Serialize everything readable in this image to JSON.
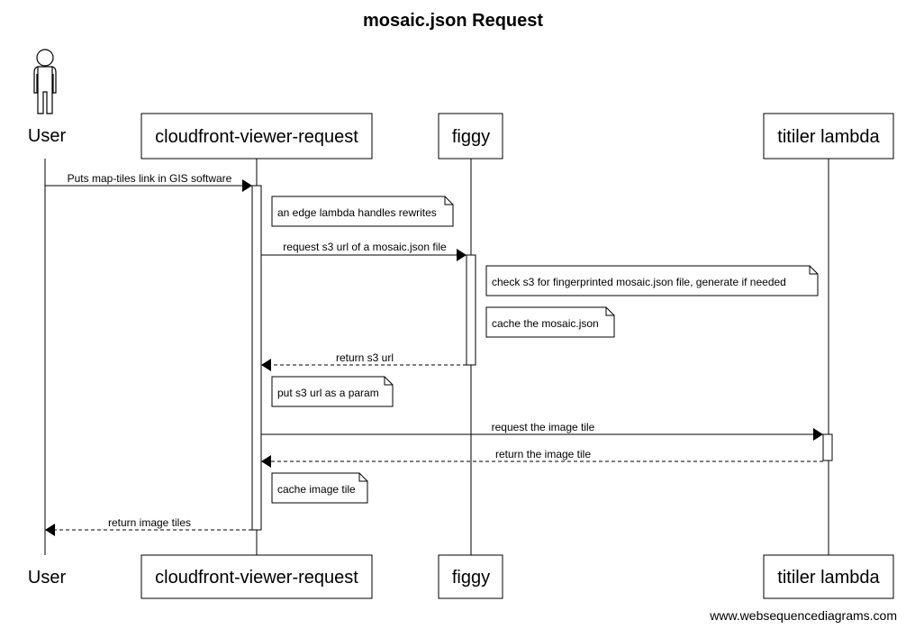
{
  "diagram": {
    "title": "mosaic.json  Request",
    "footer": "www.websequencediagrams.com",
    "participants": [
      {
        "id": "user",
        "label": "User",
        "kind": "actor"
      },
      {
        "id": "cf",
        "label": "cloudfront-viewer-request",
        "kind": "box"
      },
      {
        "id": "figgy",
        "label": "figgy",
        "kind": "box"
      },
      {
        "id": "titiler",
        "label": "titiler lambda",
        "kind": "box"
      }
    ],
    "messages": [
      {
        "label": "Puts map-tiles link in GIS software",
        "from": "user",
        "to": "cf",
        "style": "solid"
      },
      {
        "label": "request s3 url of a mosaic.json file",
        "from": "cf",
        "to": "figgy",
        "style": "solid"
      },
      {
        "label": "return s3 url",
        "from": "figgy",
        "to": "cf",
        "style": "dashed"
      },
      {
        "label": "request the image tile",
        "from": "cf",
        "to": "titiler",
        "style": "solid"
      },
      {
        "label": "return the image tile",
        "from": "titiler",
        "to": "cf",
        "style": "dashed"
      },
      {
        "label": "return image tiles",
        "from": "cf",
        "to": "user",
        "style": "dashed"
      }
    ],
    "notes": [
      {
        "text": "an edge lambda handles rewrites",
        "over": "cf"
      },
      {
        "text": "check s3 for fingerprinted mosaic.json file, generate if needed",
        "over": "figgy"
      },
      {
        "text": "cache the mosaic.json",
        "over": "figgy"
      },
      {
        "text": "put s3 url as a param",
        "over": "cf"
      },
      {
        "text": "cache image tile",
        "over": "cf"
      }
    ]
  }
}
